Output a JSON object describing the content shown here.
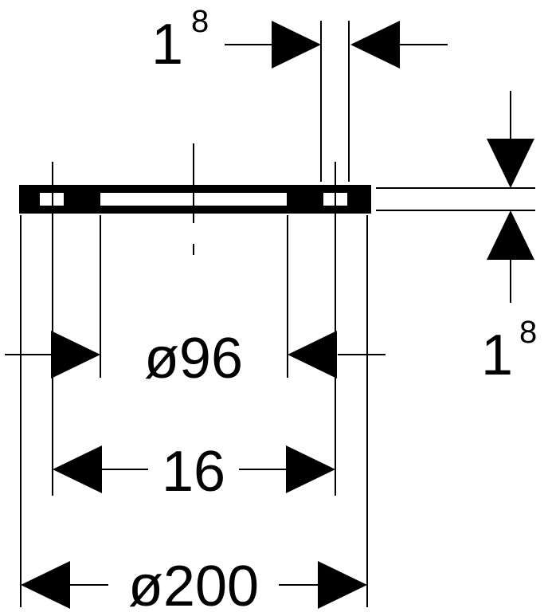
{
  "drawing": {
    "colors": {
      "ink": "#000000",
      "paper": "#ffffff"
    },
    "dimensions": {
      "top_thickness": {
        "main": "1",
        "sup": "8"
      },
      "side_thickness": {
        "main": "1",
        "sup": "8"
      },
      "inner_diameter": "ø96",
      "hole_spacing": "16",
      "outer_diameter": "ø200"
    }
  }
}
